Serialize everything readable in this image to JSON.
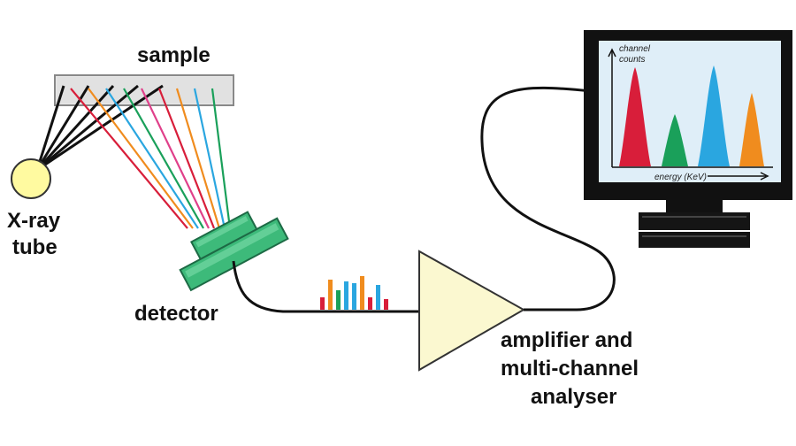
{
  "labels": {
    "sample": "sample",
    "xray_tube_line1": "X-ray",
    "xray_tube_line2": "tube",
    "detector": "detector",
    "amplifier_line1": "amplifier and",
    "amplifier_line2": "multi-channel",
    "amplifier_line3": "analyser"
  },
  "monitor": {
    "y_axis_line1": "channel",
    "y_axis_line2": "counts",
    "x_axis": "energy (KeV)"
  },
  "colors": {
    "red": "#d81e3a",
    "green": "#1aa05a",
    "blue": "#2aa6e0",
    "orange": "#f08c1e",
    "pink": "#e0408a",
    "detector": "#3dba7a",
    "amplifier": "#fbf8d0",
    "tube": "#fffaa0",
    "screen": "#dfeef8"
  },
  "icons": {
    "tube": "xray-tube-icon",
    "sample": "sample-slab-icon",
    "detector": "detector-icon",
    "amplifier": "amplifier-triangle-icon",
    "monitor": "monitor-icon"
  }
}
